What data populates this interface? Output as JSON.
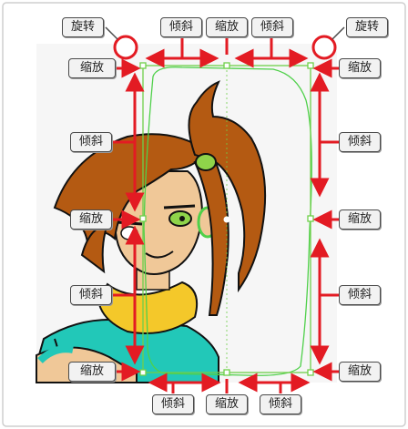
{
  "labels": {
    "rotate": "旋转",
    "skew": "倾斜",
    "scale": "缩放"
  },
  "colors": {
    "frame_border": "#cfcfcf",
    "arrow": "#e31b23",
    "bounding_box": "#6fcf4a",
    "contour": "#4fd04a",
    "label_bg": "#f2f2f2",
    "label_border": "#4a4a4a",
    "hair": "#b45a12",
    "skin": "#f0c898",
    "scarf": "#f4c82a",
    "shirt": "#22c8b8"
  },
  "icons": [
    "rotate-handle-icon",
    "arrow-icon"
  ]
}
